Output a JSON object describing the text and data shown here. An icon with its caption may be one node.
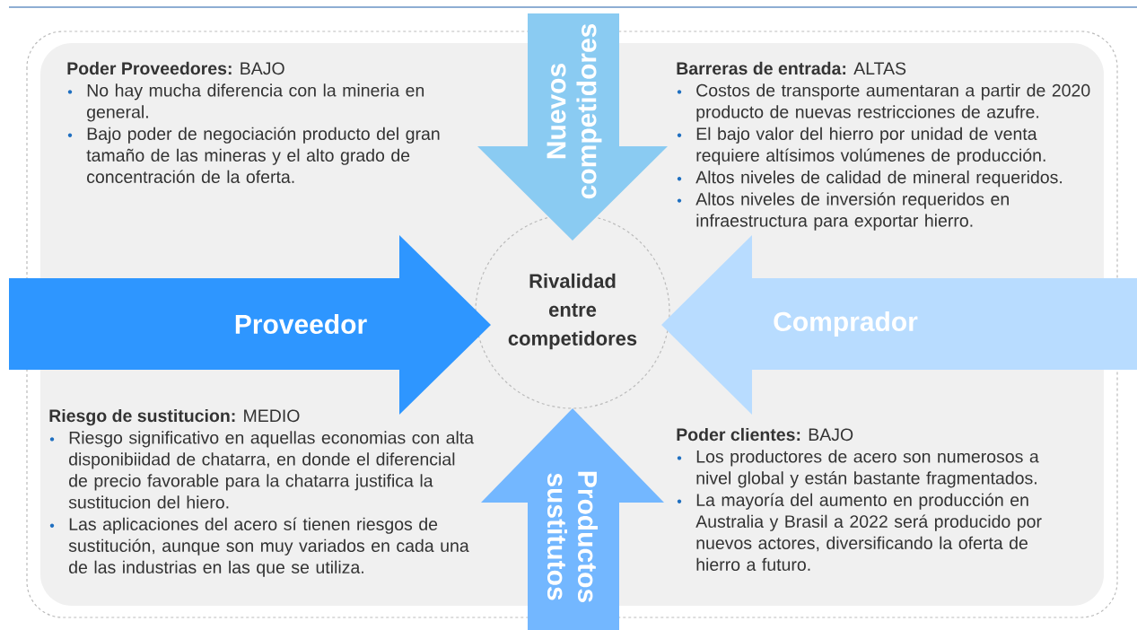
{
  "diagram": {
    "nodes": [
      {
        "text": [
          "Nuevos competidores"
        ]
      },
      {
        "text": [
          "Proveedor"
        ]
      },
      {
        "text": [
          "Rivalidad entre competidores"
        ]
      },
      {
        "text": [
          "Comprador"
        ]
      },
      {
        "text": [
          "Productos sustitutos"
        ]
      }
    ],
    "labels": [
      "**Poder Proveedores:** BAJO",
      "No hay mucha diferencia con la mineria en general.",
      "Bajo poder de negociación producto del gran tamaño de las mineras y el alto grado de concentración de la oferta.",
      "**Barreras de entrada:** ALTAS",
      "Costos de transporte aumentaran a partir de 2020 producto de nuevas restricciones de azufre.",
      "El bajo valor del hierro por unidad de venta requiere altísimos volúmenes de producción.",
      "Altos niveles de calidad de mineral requeridos.",
      "Altos niveles de inversión requeridos en infraestructura para exportar hierro.",
      "**Riesgo de sustitucion:** MEDIO",
      "Riesgo significativo en aquellas economias con alta disponibiidad de chatarra, en donde el diferencial de precio favorable para la chatarra justifica la sustitucion del hiero.",
      "Las aplicaciones del acero sí tienen riesgos de sustitución, aunque son muy variados en cada una de las industrias en las que se utiliza.",
      "**Poder clientes:** BAJO",
      "Los productores de acero son numerosos a nivel global y están bastante fragmentados.",
      "La mayoría del aumento en producción en Australia y Brasil a 2022 será producido por nuevos actores, diversificando la oferta de hierro a futuro."
    ]
  }
}
